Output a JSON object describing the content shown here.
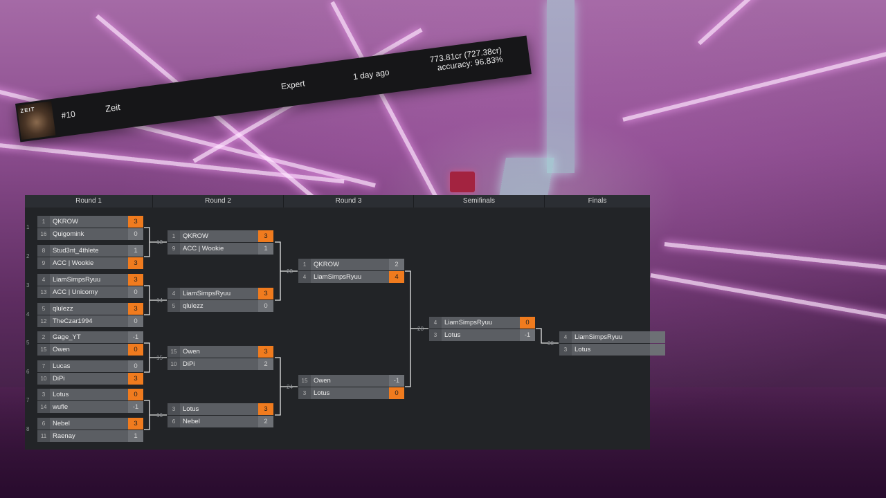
{
  "banner": {
    "avatar_caption": "ZEIT",
    "rank": "#10",
    "player": "Zeit",
    "difficulty": "Expert",
    "time_ago": "1 day ago",
    "pp": "773.81cr (727.38cr)",
    "accuracy": "accuracy: 96.83%"
  },
  "bracket": {
    "rounds": [
      "Round 1",
      "Round 2",
      "Round 3",
      "Semifinals",
      "Finals"
    ],
    "matches": {
      "r1m1": {
        "seedA": "1",
        "nameA": "QKROW",
        "scoreA": "3",
        "seedB": "16",
        "nameB": "Quigomink",
        "scoreB": "0"
      },
      "r1m2": {
        "seedA": "8",
        "nameA": "Stud3nt_4thlete",
        "scoreA": "1",
        "seedB": "9",
        "nameB": "ACC | Wookie",
        "scoreB": "3"
      },
      "r1m3": {
        "seedA": "4",
        "nameA": "LiamSimpsRyuu",
        "scoreA": "3",
        "seedB": "13",
        "nameB": "ACC | Unicorny",
        "scoreB": "0"
      },
      "r1m4": {
        "seedA": "5",
        "nameA": "qlulezz",
        "scoreA": "3",
        "seedB": "12",
        "nameB": "TheCzar1994",
        "scoreB": "0"
      },
      "r1m5": {
        "seedA": "2",
        "nameA": "Gage_YT",
        "scoreA": "-1",
        "seedB": "15",
        "nameB": "Owen",
        "scoreB": "0"
      },
      "r1m6": {
        "seedA": "7",
        "nameA": "Lucas",
        "scoreA": "0",
        "seedB": "10",
        "nameB": "DiPi",
        "scoreB": "3"
      },
      "r1m7": {
        "seedA": "3",
        "nameA": "Lotus",
        "scoreA": "0",
        "seedB": "14",
        "nameB": "wufle",
        "scoreB": "-1"
      },
      "r1m8": {
        "seedA": "6",
        "nameA": "Nebel",
        "scoreA": "3",
        "seedB": "11",
        "nameB": "Raenay",
        "scoreB": "1"
      },
      "r2m1": {
        "seedA": "1",
        "nameA": "QKROW",
        "scoreA": "3",
        "seedB": "9",
        "nameB": "ACC | Wookie",
        "scoreB": "1"
      },
      "r2m2": {
        "seedA": "4",
        "nameA": "LiamSimpsRyuu",
        "scoreA": "3",
        "seedB": "5",
        "nameB": "qlulezz",
        "scoreB": "0"
      },
      "r2m3": {
        "seedA": "15",
        "nameA": "Owen",
        "scoreA": "3",
        "seedB": "10",
        "nameB": "DiPi",
        "scoreB": "2"
      },
      "r2m4": {
        "seedA": "3",
        "nameA": "Lotus",
        "scoreA": "3",
        "seedB": "6",
        "nameB": "Nebel",
        "scoreB": "2"
      },
      "r3m1": {
        "seedA": "1",
        "nameA": "QKROW",
        "scoreA": "2",
        "seedB": "4",
        "nameB": "LiamSimpsRyuu",
        "scoreB": "4"
      },
      "r3m2": {
        "seedA": "15",
        "nameA": "Owen",
        "scoreA": "-1",
        "seedB": "3",
        "nameB": "Lotus",
        "scoreB": "0"
      },
      "sf1": {
        "seedA": "4",
        "nameA": "LiamSimpsRyuu",
        "scoreA": "0",
        "seedB": "3",
        "nameB": "Lotus",
        "scoreB": "-1"
      },
      "f1": {
        "seedA": "4",
        "nameA": "LiamSimpsRyuu",
        "scoreA": "",
        "seedB": "3",
        "nameB": "Lotus",
        "scoreB": ""
      }
    },
    "match_numbers": [
      "1",
      "2",
      "3",
      "4",
      "5",
      "6",
      "7",
      "8",
      "13",
      "14",
      "15",
      "16",
      "23",
      "24",
      "28",
      "30"
    ],
    "winners": {
      "r1m1": "A",
      "r1m2": "B",
      "r1m3": "A",
      "r1m4": "A",
      "r1m5": "B",
      "r1m6": "B",
      "r1m7": "A",
      "r1m8": "A",
      "r2m1": "A",
      "r2m2": "A",
      "r2m3": "A",
      "r2m4": "A",
      "r3m1": "B",
      "r3m2": "B",
      "sf1": "A",
      "f1": ""
    },
    "colors": {
      "win": "#f07b1e",
      "panel": "#222427",
      "line": "#e6e6e6"
    }
  }
}
